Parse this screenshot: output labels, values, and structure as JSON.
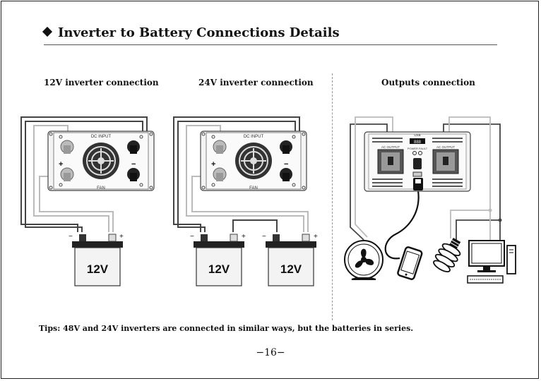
{
  "heading": "Inverter to Battery Connections Details",
  "sections": {
    "s12": "12V inverter connection",
    "s24": "24V inverter connection",
    "outputs": "Outputs connection"
  },
  "inverter": {
    "dc_input": "DC INPUT",
    "fan": "FAN",
    "plus": "+",
    "minus": "−",
    "ac_output": "AC OUTPUT",
    "usb": "USB",
    "power_fault": "POWER FAULT",
    "digital_readout": "888"
  },
  "batteries": {
    "label": "12V",
    "minus": "−",
    "plus": "+"
  },
  "tips": "Tips: 48V and 24V inverters are connected in similar ways, but the batteries in series.",
  "page_number": "−16−",
  "colors": {
    "dark_cable": "#444444",
    "light_cable": "#bbbbbb",
    "panel_fill": "#f0f0f0",
    "battery_fill": "#f3f3f3"
  }
}
